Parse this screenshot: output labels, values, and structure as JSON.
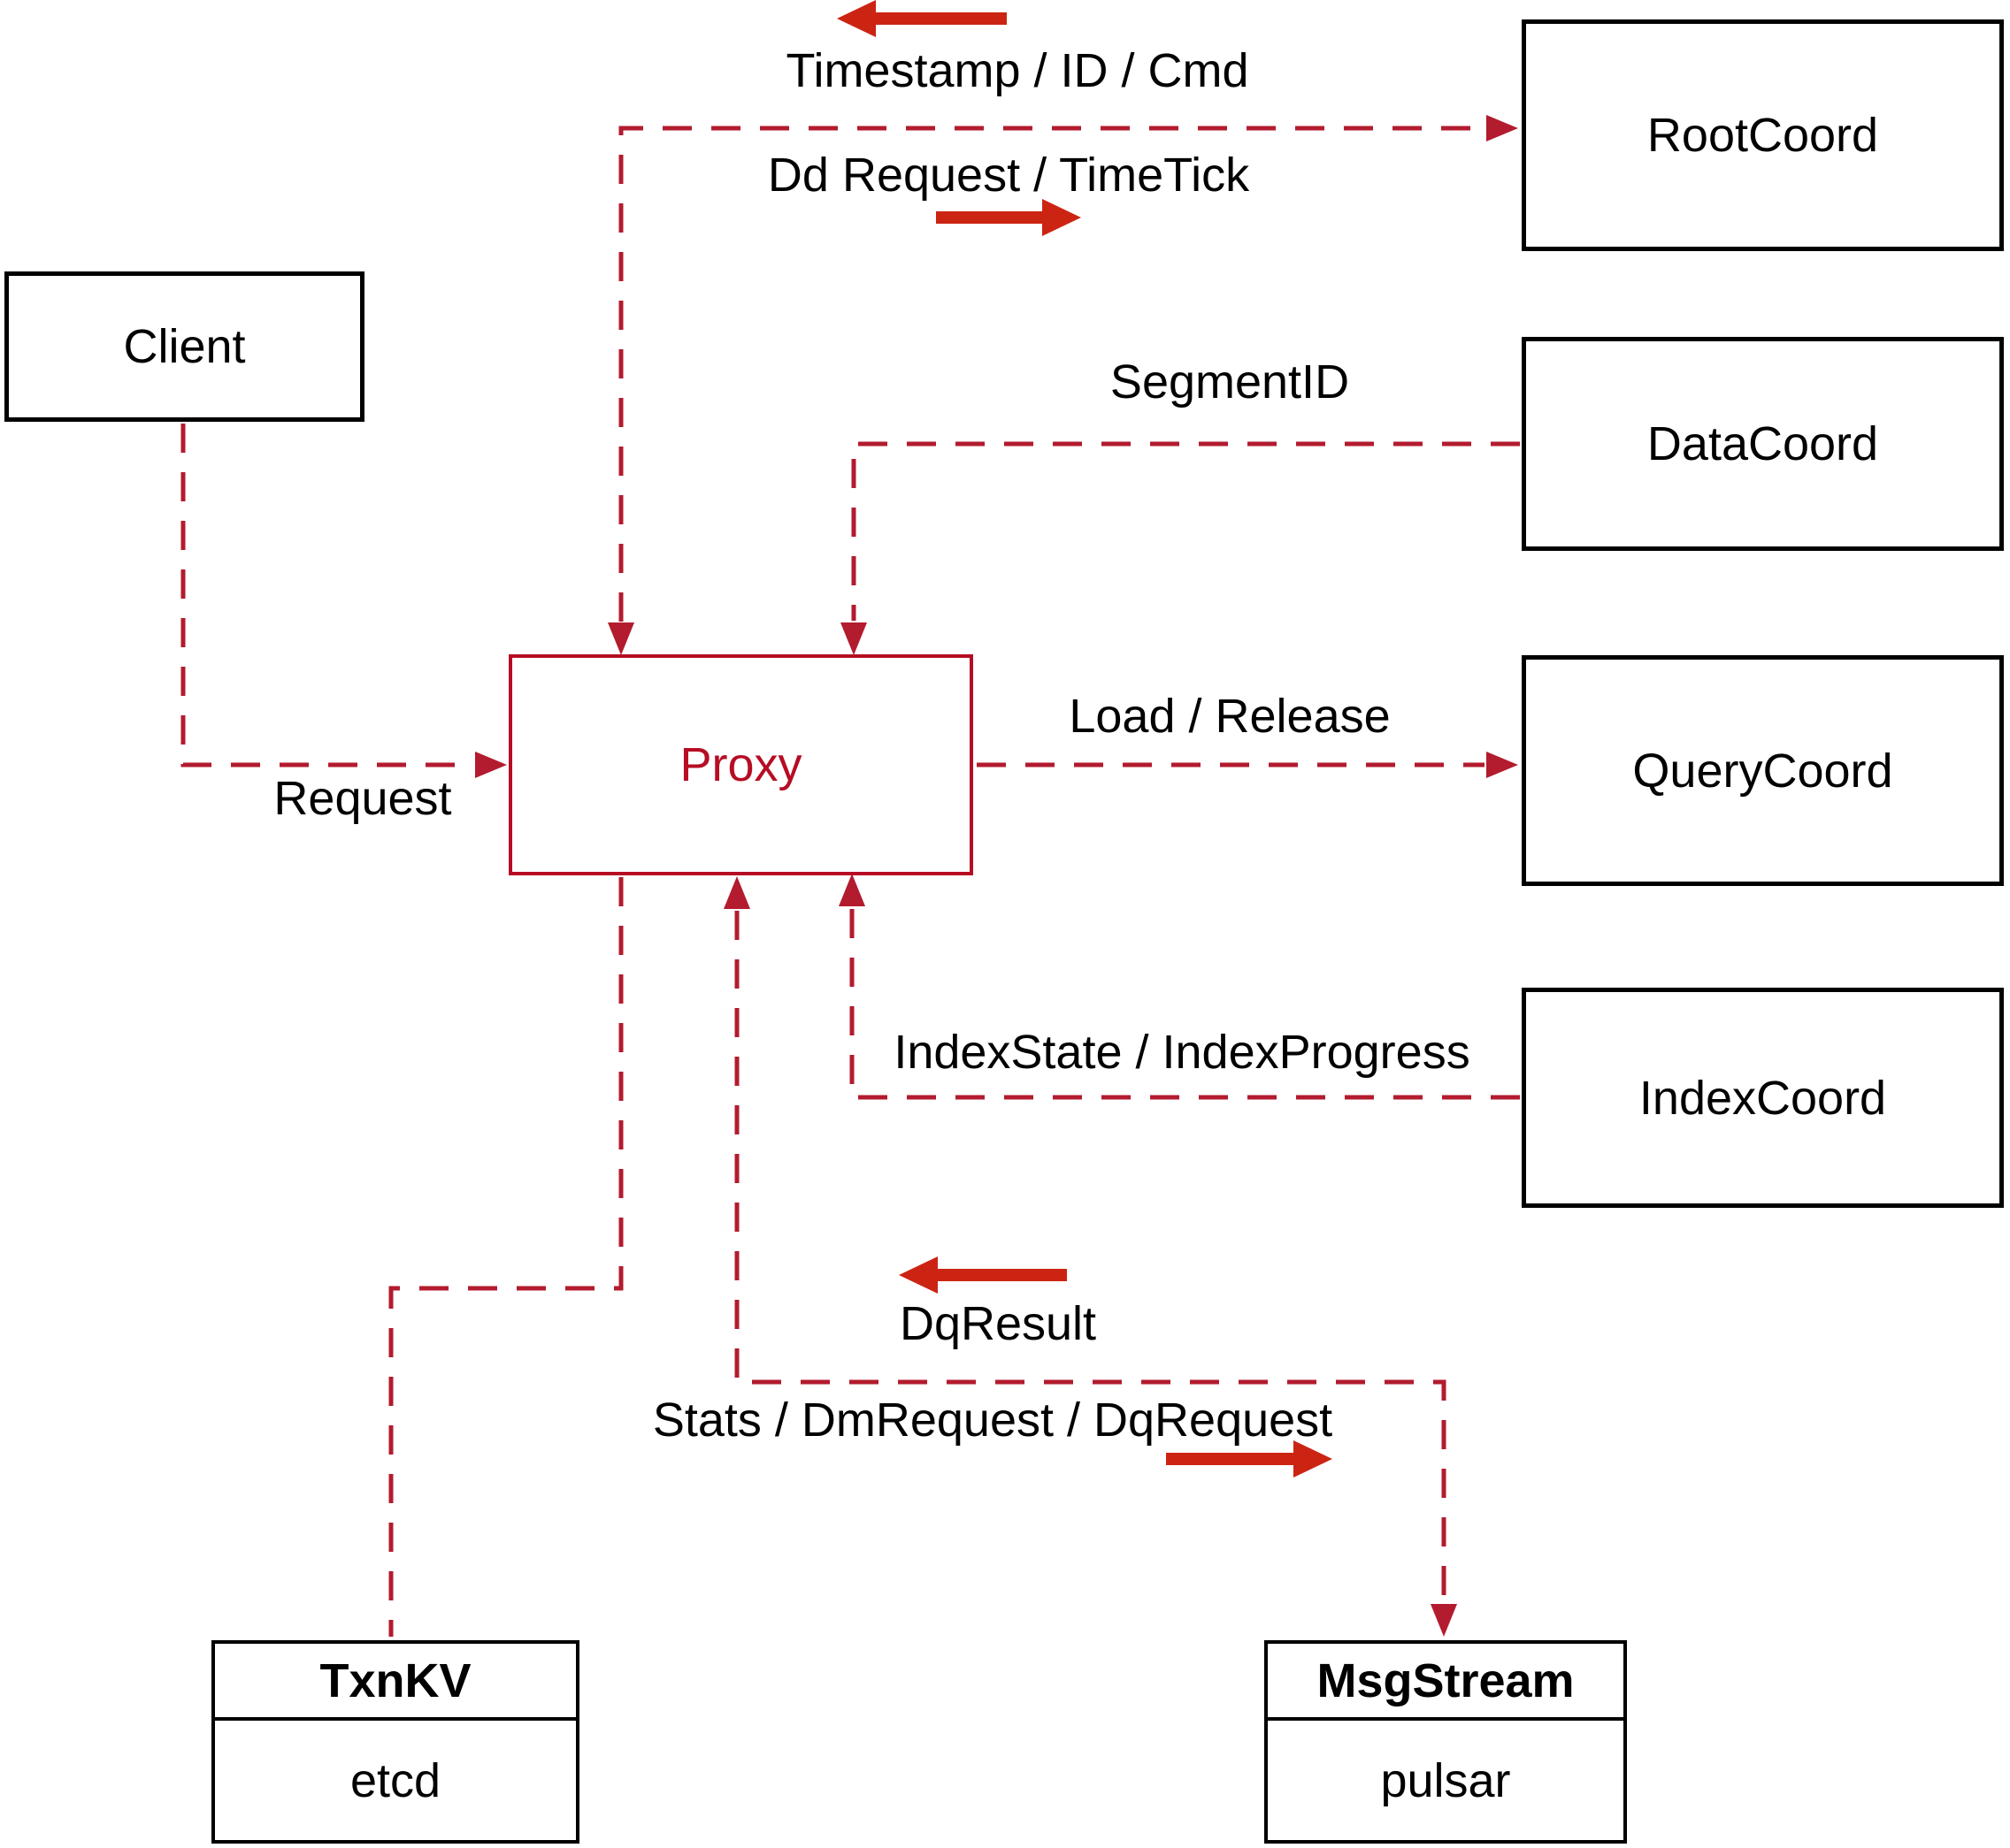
{
  "diagram": {
    "nodes": {
      "client": {
        "label": "Client"
      },
      "root_coord": {
        "label": "RootCoord"
      },
      "data_coord": {
        "label": "DataCoord"
      },
      "query_coord": {
        "label": "QueryCoord"
      },
      "index_coord": {
        "label": "IndexCoord"
      },
      "proxy": {
        "label": "Proxy"
      },
      "txn_kv": {
        "title": "TxnKV",
        "subtitle": "etcd"
      },
      "msg_stream": {
        "title": "MsgStream",
        "subtitle": "pulsar"
      }
    },
    "edge_labels": {
      "timestamp_id_cmd": "Timestamp / ID / Cmd",
      "dd_request_timetick": "Dd Request / TimeTick",
      "segment_id": "SegmentID",
      "load_release": "Load / Release",
      "index_state_progress": "IndexState / IndexProgress",
      "request": "Request",
      "dq_result": "DqResult",
      "stats_dm_dq": "Stats / DmRequest / DqRequest"
    },
    "colors": {
      "dashed": "#b31b2e",
      "proxy": "#b60d24",
      "solid_arrow": "#cc2413",
      "box_border": "#000000"
    }
  }
}
